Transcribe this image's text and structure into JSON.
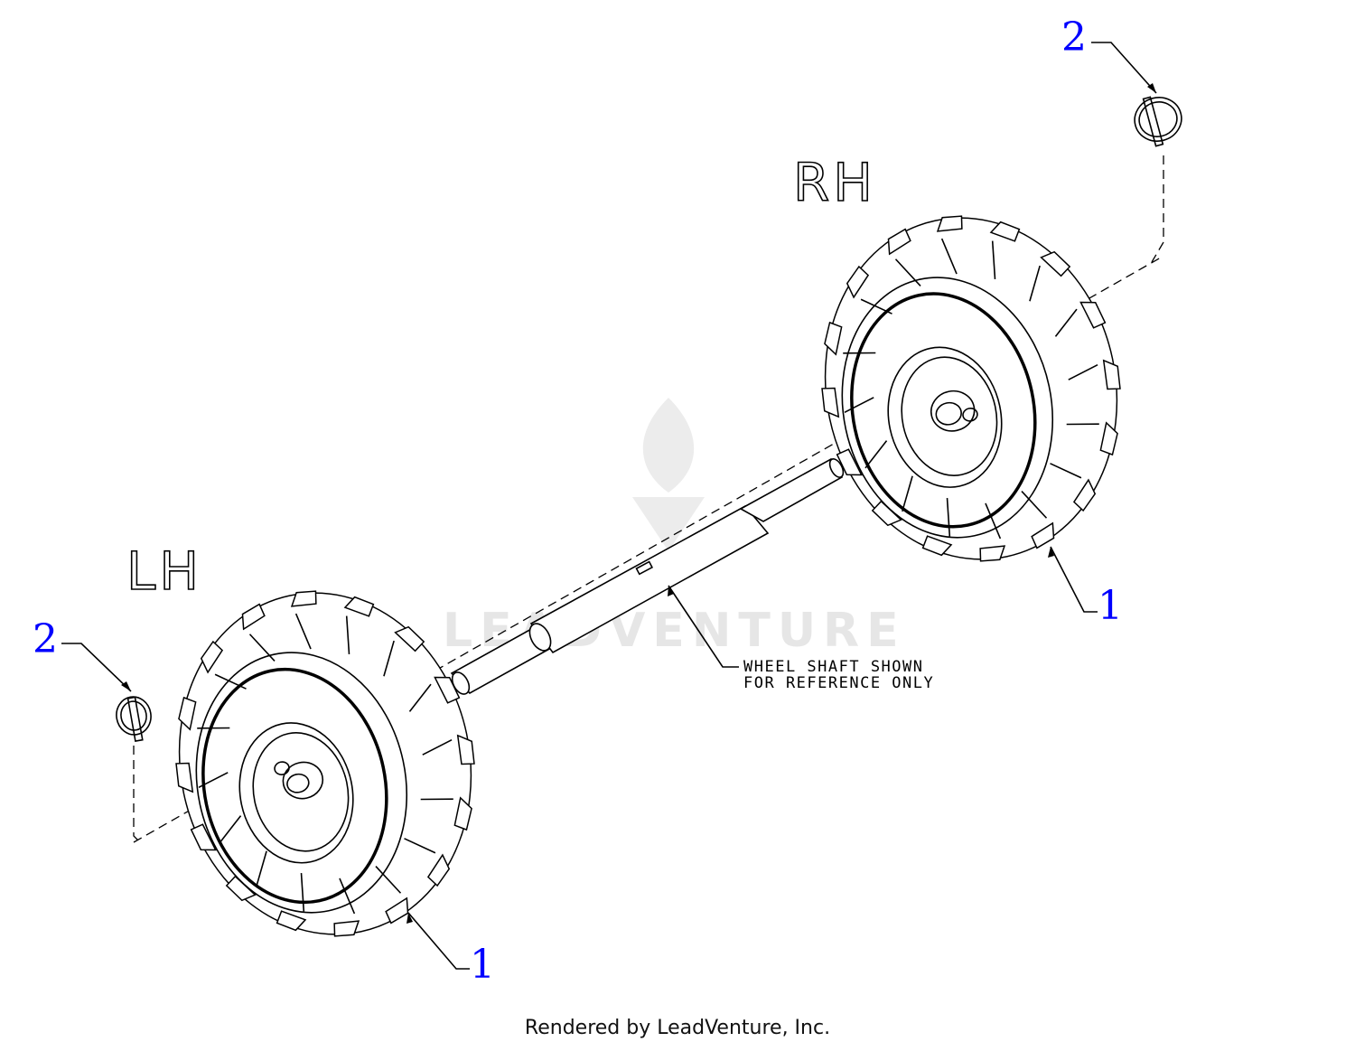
{
  "labels": {
    "rh": "RH",
    "lh": "LH",
    "note_line1": "WHEEL SHAFT SHOWN",
    "note_line2": "FOR REFERENCE ONLY",
    "footer": "Rendered by LeadVenture, Inc.",
    "watermark": "LEADVENTURE"
  },
  "callouts": {
    "rh_pin": "2",
    "rh_wheel": "1",
    "lh_pin": "2",
    "lh_wheel": "1"
  },
  "colors": {
    "callout": "#0000ff",
    "line": "#000000",
    "watermark": "#e6e6e6"
  }
}
